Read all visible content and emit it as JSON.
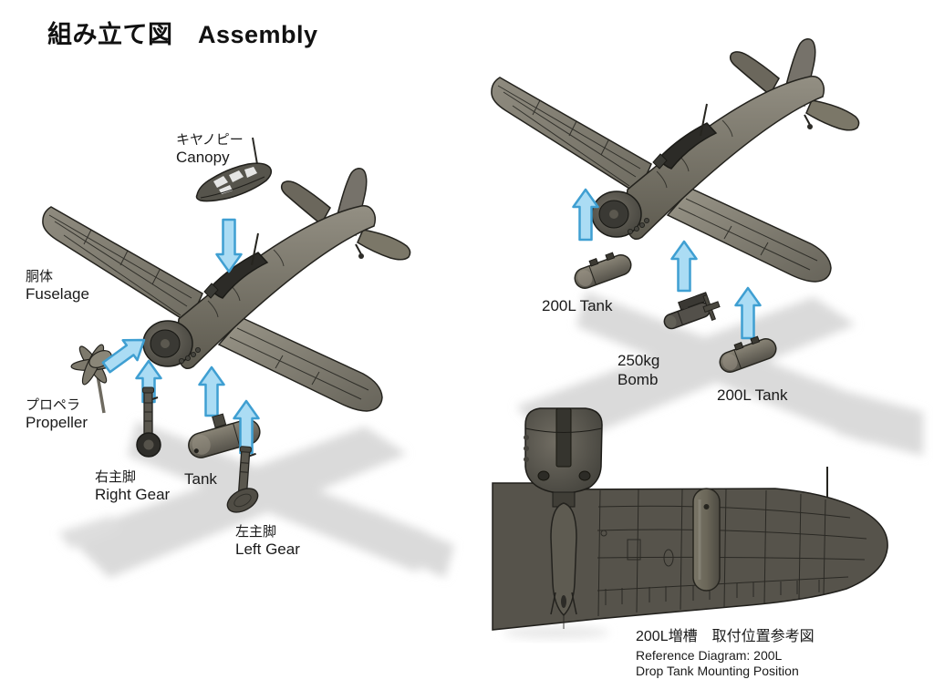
{
  "title": "組み立て図　Assembly",
  "diagrams": {
    "exploded": {
      "canopy": {
        "jp": "キヤノピー",
        "en": "Canopy"
      },
      "fuselage": {
        "jp": "胴体",
        "en": "Fuselage"
      },
      "propeller": {
        "jp": "プロペラ",
        "en": "Propeller"
      },
      "right_gear": {
        "jp": "右主脚",
        "en": "Right Gear"
      },
      "tank": {
        "en": "Tank"
      },
      "left_gear": {
        "jp": "左主脚",
        "en": "Left Gear"
      }
    },
    "ordnance": {
      "tank_left": "200L Tank",
      "bomb_line1": "250kg",
      "bomb_line2": "Bomb",
      "tank_right": "200L Tank"
    },
    "reference": {
      "jp": "200L増槽　取付位置参考図",
      "en1": "Reference Diagram: 200L",
      "en2": "Drop Tank Mounting Position"
    }
  },
  "colors": {
    "background": "#FFFFFF",
    "text": "#1A1A1A",
    "airframe_light": "#999588",
    "airframe_mid": "#6E6B60",
    "airframe_dark": "#3A3934",
    "panel_line": "#22211D",
    "arrow_fill": "#ABDCF4",
    "arrow_stroke": "#3F9FD2",
    "shadow": "#DBDBDB"
  }
}
